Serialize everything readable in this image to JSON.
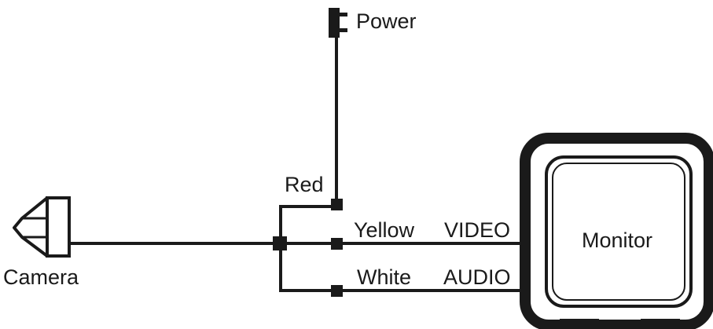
{
  "labels": {
    "power": "Power",
    "red": "Red",
    "yellow": "Yellow",
    "video": "VIDEO",
    "white": "White",
    "audio": "AUDIO",
    "camera": "Camera",
    "monitor": "Monitor"
  },
  "colors": {
    "ink": "#1a1a1a",
    "paper": "#ffffff"
  }
}
